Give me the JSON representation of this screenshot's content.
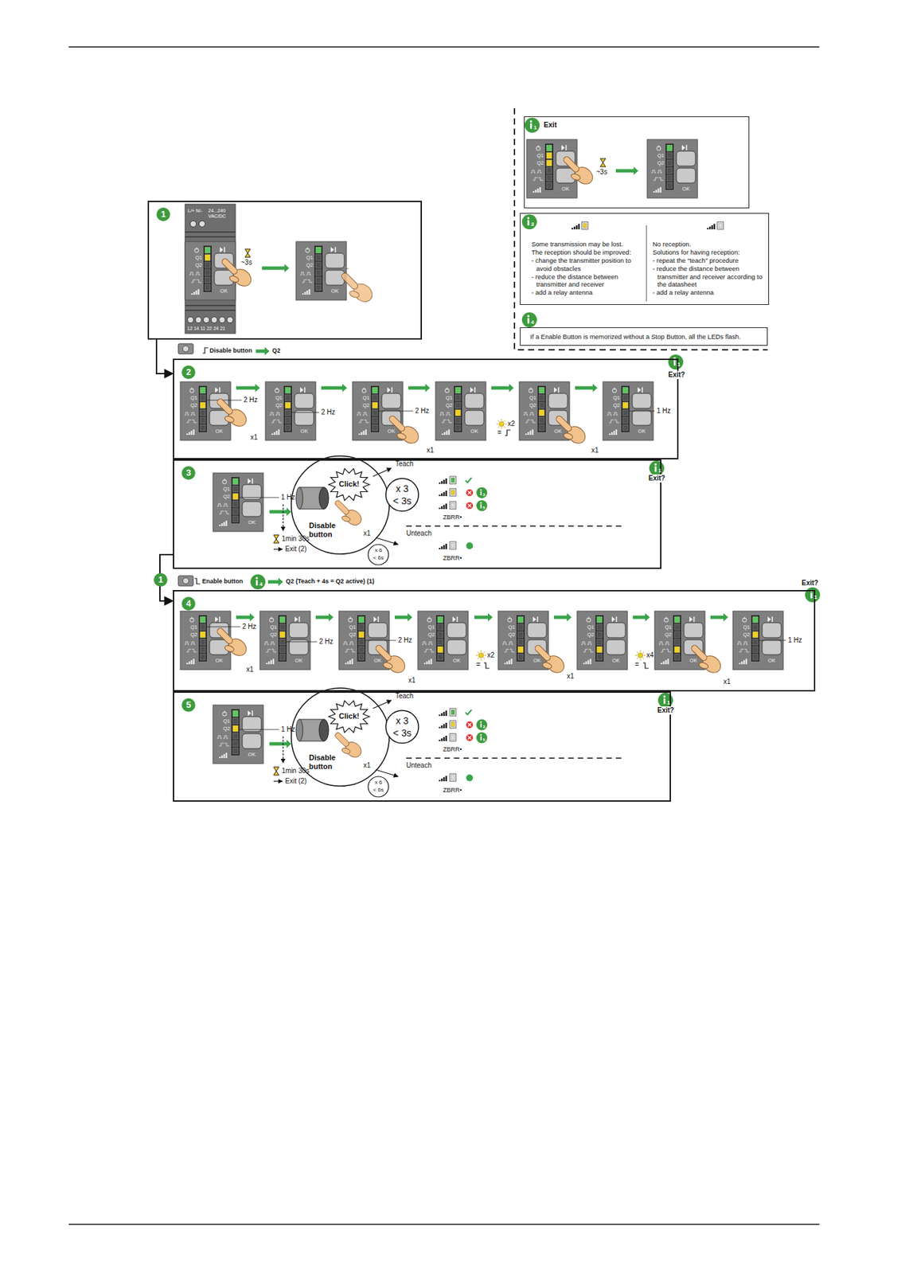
{
  "diagram": {
    "nodes": [
      {
        "text": [
          "Exit"
        ]
      },
      {
        "text": [
          "Some transmission may be lost.",
          "The reception should be improved:",
          "- change the transmitter position to avoid obstacles",
          "- reduce the distance between transmitter and receiver",
          "- add a relay antenna",
          "No reception.",
          "Solutions for having reception:",
          "- repeat the “teach” procedure",
          "- reduce the distance between transmitter and receiver according to the datasheet",
          "- add a relay antenna"
        ]
      },
      {
        "text": [
          "If a Enable Button is memorized without a Stop Button, all the LEDs flash."
        ]
      },
      {
        "text": [
          "1"
        ]
      },
      {
        "text": [
          "2"
        ]
      },
      {
        "text": [
          "3"
        ]
      },
      {
        "text": [
          "4"
        ]
      },
      {
        "text": [
          "5"
        ]
      }
    ],
    "edges": [
      {
        "from": 3,
        "to": 4,
        "arrow": "to"
      },
      {
        "from": 5,
        "to": 6,
        "arrow": "to"
      }
    ],
    "labels": [
      "1",
      "Q1",
      "Q2",
      "OK",
      "~3s",
      "Q1",
      "Q2",
      "OK",
      "3",
      "4",
      "L/+ N/-",
      "24...240",
      "VAC/DC",
      "Q1",
      "Q2",
      "OK",
      "~3s",
      "Q1",
      "Q2",
      "OK",
      "12 14 11 22 24 21",
      "Disable button",
      "Q2",
      "1",
      "Exit?",
      "Q1",
      "Q2",
      "OK",
      "2 Hz",
      "x1",
      "Q1",
      "Q2",
      "OK",
      "2 Hz",
      "Q1",
      "Q2",
      "OK",
      "2 Hz",
      "x1",
      "Q1",
      "Q2",
      "OK",
      "x2",
      "=",
      "Q1",
      "Q2",
      "OK",
      "x1",
      "Q1",
      "Q2",
      "OK",
      "1 Hz",
      "1",
      "Exit?",
      "Q1",
      "Q2",
      "OK",
      "1 Hz",
      "1min 30s",
      "Exit (2)",
      "Click!",
      "Disable button",
      "x1",
      "Teach",
      "x 3",
      "< 3s",
      "3",
      "5",
      "ZBRR•",
      "Unteach",
      "x 6",
      "< 6s",
      "ZBRR•",
      "1",
      "Enable button",
      "4",
      "Q2 (Teach + 4s = Q2 active) (1)",
      "Exit?",
      "1",
      "Q1",
      "Q2",
      "OK",
      "2 Hz",
      "x1",
      "Q1",
      "Q2",
      "OK",
      "2 Hz",
      "Q1",
      "Q2",
      "OK",
      "2 Hz",
      "x1",
      "Q1",
      "Q2",
      "OK",
      "x2",
      "=",
      "Q1",
      "Q2",
      "OK",
      "x1",
      "Q1",
      "Q2",
      "OK",
      "x4",
      "=",
      "Q1",
      "Q2",
      "OK",
      "x1",
      "Q1",
      "Q2",
      "OK",
      "1 Hz",
      "1",
      "Exit?",
      "Q1",
      "Q2",
      "OK",
      "1 Hz",
      "1min 30s",
      "Exit (2)",
      "Click!",
      "Disable button",
      "x1",
      "Teach",
      "x 3",
      "< 3s",
      "3",
      "5",
      "ZBRR•",
      "Unteach",
      "x 6",
      "< 6s",
      "ZBRR•"
    ]
  }
}
